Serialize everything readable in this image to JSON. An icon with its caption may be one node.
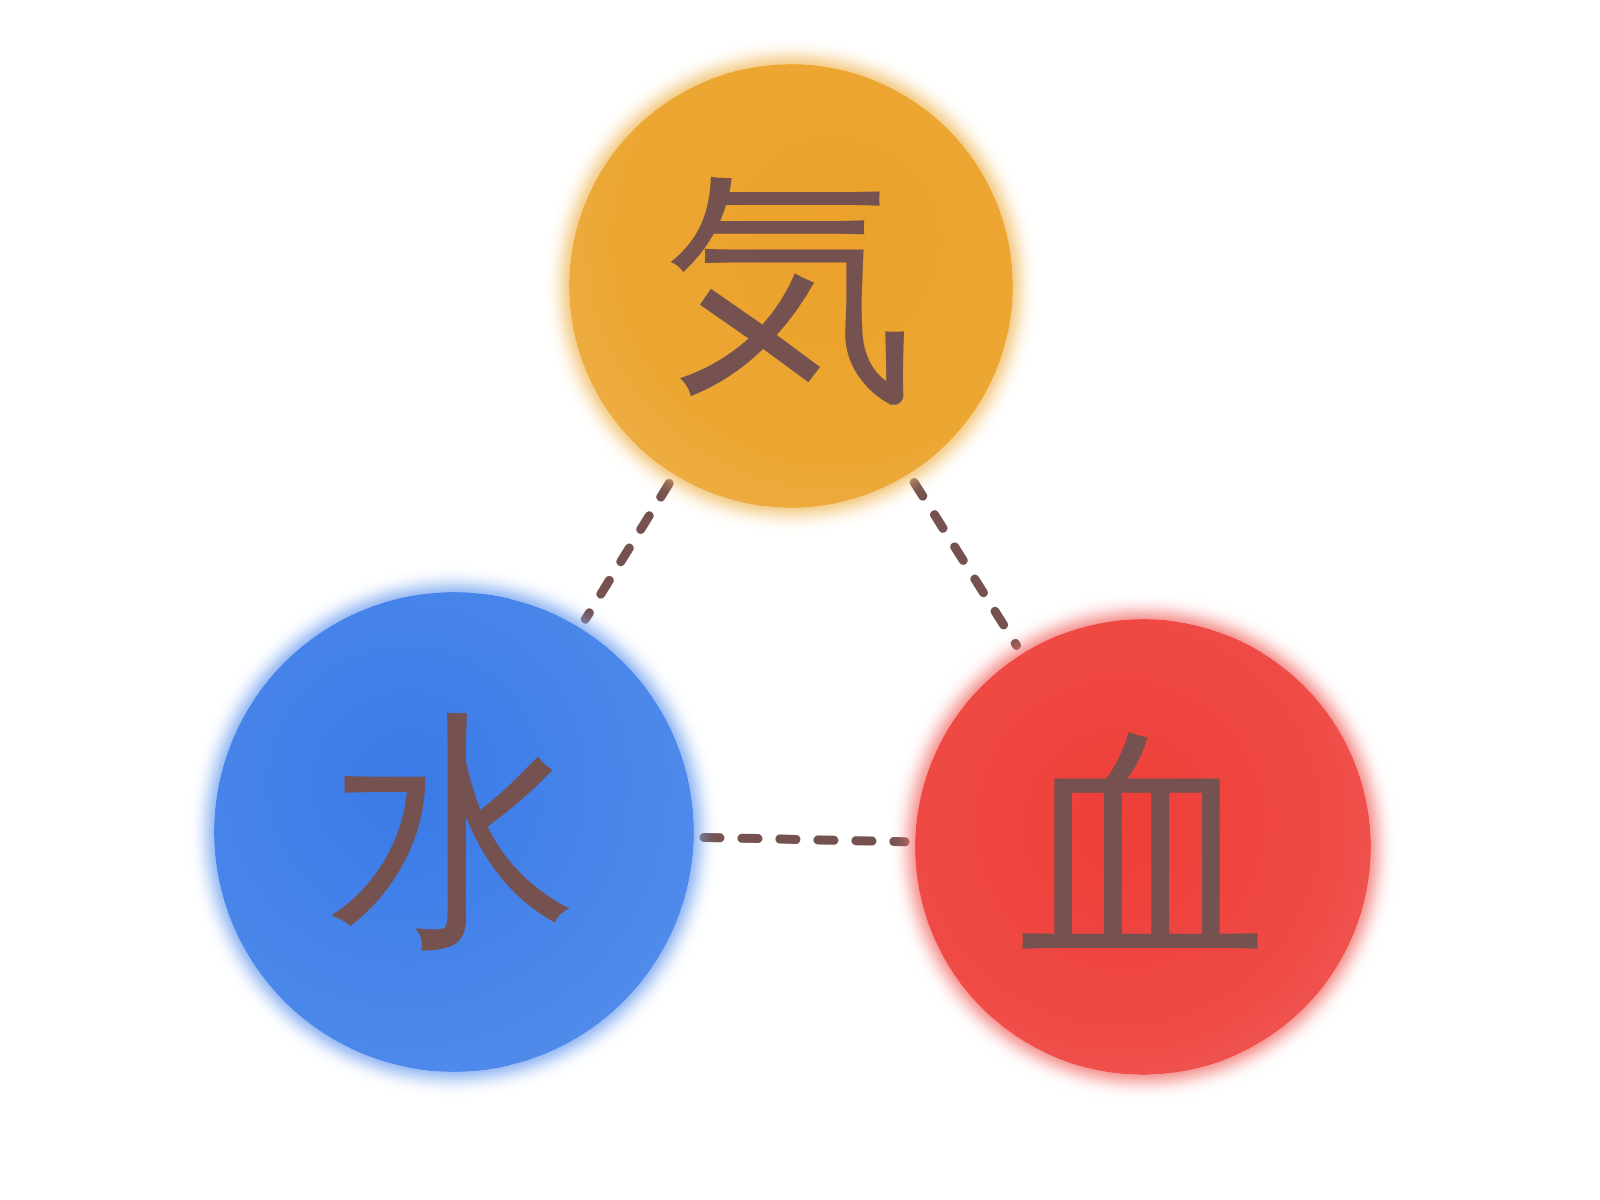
{
  "diagram": {
    "nodes": [
      {
        "text": [
          "気"
        ]
      },
      {
        "text": [
          "水"
        ]
      },
      {
        "text": [
          "血"
        ]
      }
    ],
    "edges": [
      {
        "from": 0,
        "to": 1,
        "arrow": "none",
        "style": "dashed"
      },
      {
        "from": 0,
        "to": 2,
        "arrow": "none",
        "style": "dashed"
      },
      {
        "from": 1,
        "to": 2,
        "arrow": "none",
        "style": "dashed"
      }
    ]
  }
}
